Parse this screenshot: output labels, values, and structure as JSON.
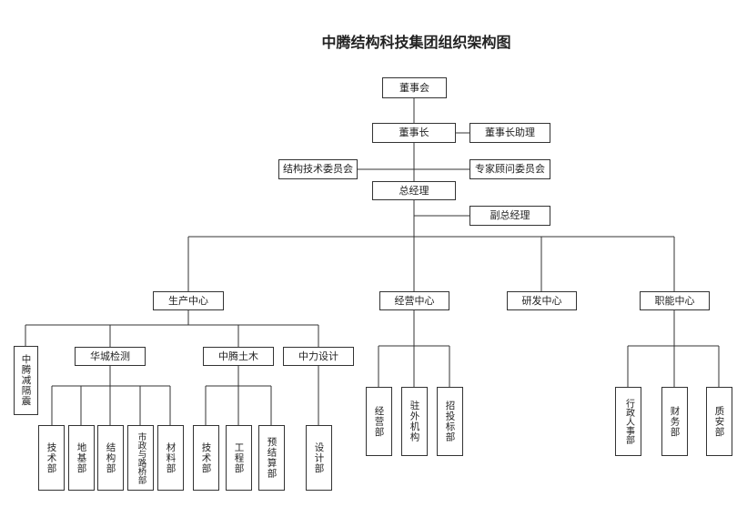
{
  "title": "中腾结构科技集团组织架构图",
  "nodes": {
    "board": "董事会",
    "chairman": "董事长",
    "chairman_assistant": "董事长助理",
    "tech_committee": "结构技术委员会",
    "expert_committee": "专家顾问委员会",
    "general_manager": "总经理",
    "deputy_gm": "副总经理",
    "production_center": "生产中心",
    "business_center": "经营中心",
    "rnd_center": "研发中心",
    "function_center": "职能中心",
    "zhongteng_damping": "中腾减隔震",
    "huacheng_testing": "华城检测",
    "zhongteng_civil": "中腾土木",
    "zhongli_design": "中力设计",
    "hc_tech": "技术部",
    "hc_foundation": "地基部",
    "hc_structure": "结构部",
    "hc_municipal": "市政与路桥部",
    "hc_material": "材料部",
    "civ_tech": "技术部",
    "civ_engineering": "工程部",
    "civ_budget": "预结算部",
    "zl_design": "设计部",
    "biz_business": "经营部",
    "biz_offices": "驻外机构",
    "biz_bidding": "招投标部",
    "fn_admin_hr": "行政人事部",
    "fn_finance": "财务部",
    "fn_quality_safety": "质安部"
  }
}
